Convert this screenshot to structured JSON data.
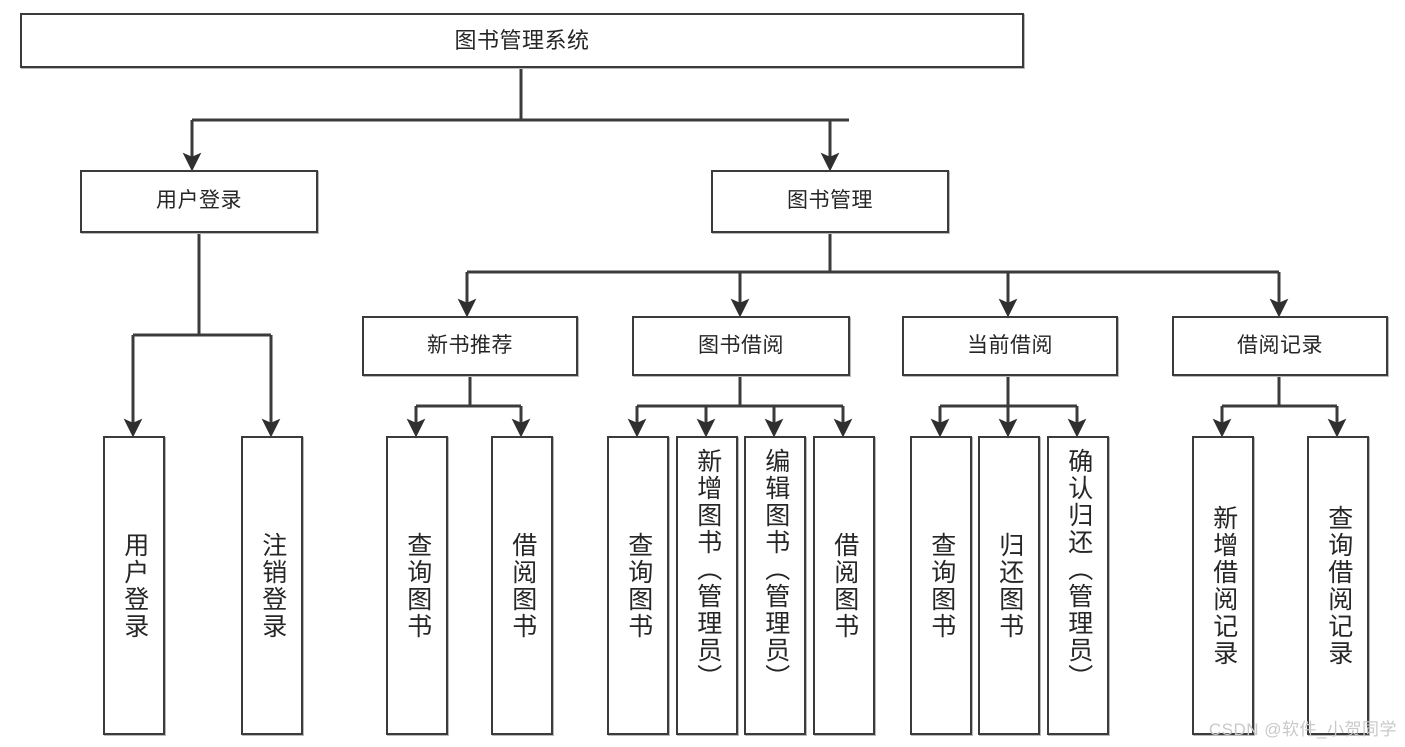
{
  "diagram": {
    "title": "图书管理系统",
    "type": "hierarchy-tree",
    "root": {
      "id": "root",
      "label": "图书管理系统"
    },
    "level2": [
      {
        "id": "user-login",
        "label": "用户登录"
      },
      {
        "id": "book-manage",
        "label": "图书管理"
      }
    ],
    "level3": [
      {
        "id": "new-rec",
        "label": "新书推荐"
      },
      {
        "id": "borrow",
        "label": "图书借阅"
      },
      {
        "id": "current",
        "label": "当前借阅"
      },
      {
        "id": "record",
        "label": "借阅记录"
      }
    ],
    "leaves": {
      "user_login": [
        {
          "id": "leaf-user-login",
          "label": "用户登录"
        },
        {
          "id": "leaf-logout",
          "label": "注销登录"
        }
      ],
      "new_rec": [
        {
          "id": "leaf-query-book-1",
          "label": "查询图书"
        },
        {
          "id": "leaf-borrow-book-1",
          "label": "借阅图书"
        }
      ],
      "borrow": [
        {
          "id": "leaf-query-book-2",
          "label": "查询图书"
        },
        {
          "id": "leaf-add-book",
          "label": "新增图书（管理员）"
        },
        {
          "id": "leaf-edit-book",
          "label": "编辑图书（管理员）"
        },
        {
          "id": "leaf-borrow-book-2",
          "label": "借阅图书"
        }
      ],
      "current": [
        {
          "id": "leaf-query-book-3",
          "label": "查询图书"
        },
        {
          "id": "leaf-return-book",
          "label": "归还图书"
        },
        {
          "id": "leaf-confirm-return",
          "label": "确认归还（管理员）"
        }
      ],
      "record": [
        {
          "id": "leaf-add-record",
          "label": "新增借阅记录"
        },
        {
          "id": "leaf-query-record",
          "label": "查询借阅记录"
        }
      ]
    },
    "watermark": "CSDN @软件_小贺同学",
    "colors": {
      "stroke": "#3b3b3b",
      "fill": "#ffffff",
      "text": "#262626",
      "watermark": "#c9c9c9"
    }
  }
}
